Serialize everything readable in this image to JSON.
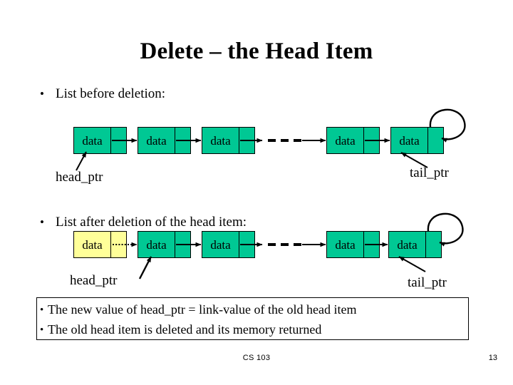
{
  "slide": {
    "title": "Delete – the Head Item",
    "background_color": "#ffffff",
    "text_color": "#000000"
  },
  "bullets": {
    "marker": "•",
    "before": "List before deletion:",
    "after": "List after deletion of the head item:"
  },
  "colors": {
    "node_active": "#00c894",
    "node_deleted": "#ffff99",
    "stroke": "#000000"
  },
  "diagram_before": {
    "caption": "List before deletion:",
    "nodes": [
      {
        "data_label": "data",
        "state": "active",
        "color": "#00c894"
      },
      {
        "data_label": "data",
        "state": "active",
        "color": "#00c894"
      },
      {
        "data_label": "data",
        "state": "active",
        "color": "#00c894"
      },
      {
        "data_label": "data",
        "state": "active",
        "color": "#00c894"
      },
      {
        "data_label": "data",
        "state": "active",
        "color": "#00c894"
      }
    ],
    "ellipsis": "dashed",
    "tail_link": "null-self-loop",
    "head_pointer_label": "head_ptr",
    "head_pointer_target_index": 0,
    "tail_pointer_label": "tail_ptr",
    "tail_pointer_target_index": 4
  },
  "diagram_after": {
    "caption": "List after deletion of the head item:",
    "nodes": [
      {
        "data_label": "data",
        "state": "deleted",
        "color": "#ffff99"
      },
      {
        "data_label": "data",
        "state": "active",
        "color": "#00c894"
      },
      {
        "data_label": "data",
        "state": "active",
        "color": "#00c894"
      },
      {
        "data_label": "data",
        "state": "active",
        "color": "#00c894"
      },
      {
        "data_label": "data",
        "state": "active",
        "color": "#00c894"
      }
    ],
    "ellipsis": "dashed",
    "deleted_link_style": "dotted",
    "tail_link": "null-self-loop",
    "head_pointer_label": "head_ptr",
    "head_pointer_target_index": 1,
    "tail_pointer_label": "tail_ptr",
    "tail_pointer_target_index": 4
  },
  "notes": {
    "marker": "•",
    "line1": "The new value of head_ptr = link-value of the old head item",
    "line2": "The old head item is deleted and its memory returned"
  },
  "footer": {
    "course": "CS 103",
    "page": "13"
  }
}
